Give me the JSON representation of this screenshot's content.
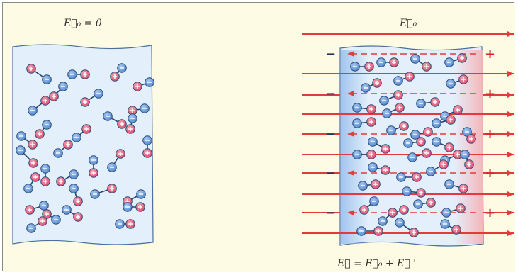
{
  "labels": {
    "left_field": "E⃗₀ = 0",
    "right_field": "E⃗₀",
    "bottom_field": "E⃗ = E⃗₀ + E⃗ '"
  },
  "signs": {
    "negative": "−",
    "positive": "+"
  },
  "colors": {
    "background": "#fdfbe3",
    "dielectric": "#e3f0fc",
    "dielectric_border": "#4a6fa0",
    "negative_layer": "#9ec3ec",
    "positive_layer": "#f6b3b8",
    "field_line": "#e23b3b",
    "negative_ion": "#4f87cf",
    "positive_ion": "#df4a6a",
    "bond": "#26436e"
  }
}
